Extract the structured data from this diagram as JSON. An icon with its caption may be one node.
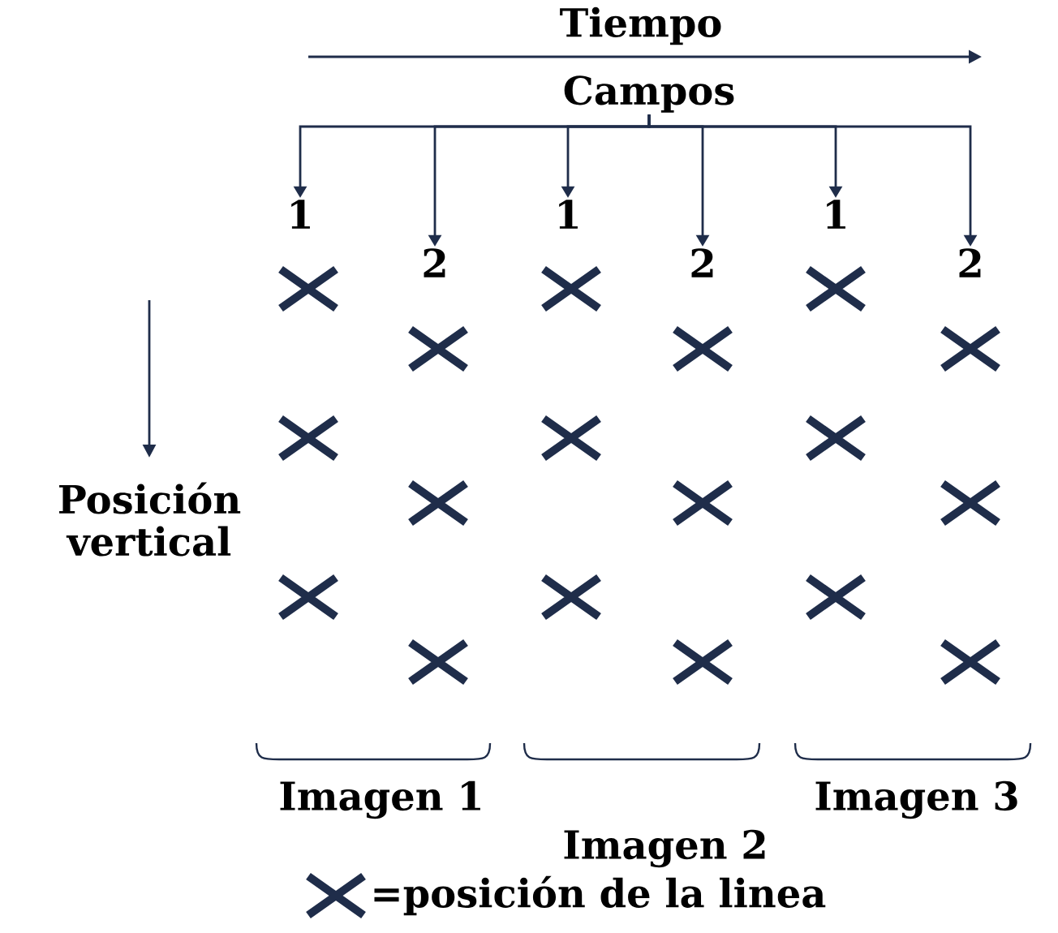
{
  "diagram": {
    "nodes": [
      {
        "text": [
          "Campos"
        ]
      },
      {
        "text": [
          "1"
        ]
      },
      {
        "text": [
          "2"
        ]
      },
      {
        "text": [
          "1"
        ]
      },
      {
        "text": [
          "2"
        ]
      },
      {
        "text": [
          "1"
        ]
      },
      {
        "text": [
          "2"
        ]
      }
    ],
    "edges": [
      {
        "from": 0,
        "to": 1,
        "arrow": "to"
      },
      {
        "from": 0,
        "to": 2,
        "arrow": "to"
      },
      {
        "from": 0,
        "to": 3,
        "arrow": "to"
      },
      {
        "from": 0,
        "to": 4,
        "arrow": "to"
      },
      {
        "from": 0,
        "to": 5,
        "arrow": "to"
      },
      {
        "from": 0,
        "to": 6,
        "arrow": "to"
      }
    ],
    "labels": [
      "Tiempo",
      "Posición vertical",
      "Imagen 1",
      "Imagen 3",
      "Imagen 2"
    ],
    "legend": [
      {
        "text": "=posición de la linea"
      }
    ]
  }
}
